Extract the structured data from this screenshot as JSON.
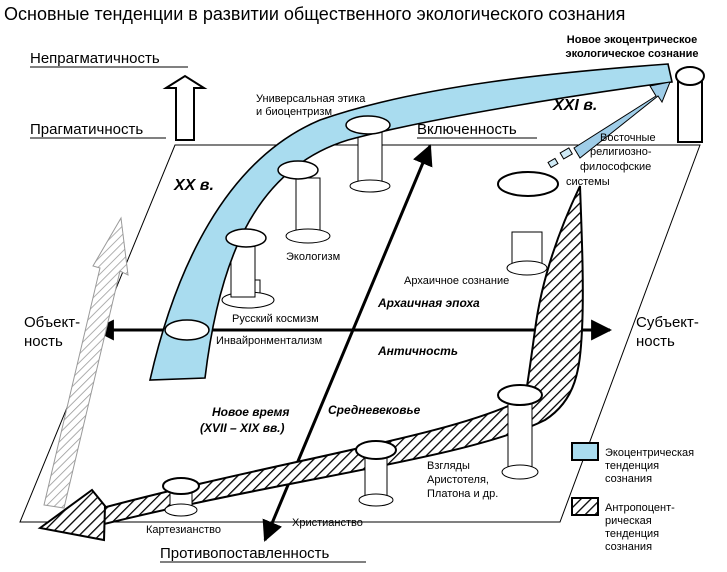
{
  "title": "Основные тенденции в развитии общественного экологического сознания",
  "top_right_label": {
    "line1": "Новое экоцентрическое",
    "line2": "экологическое сознание"
  },
  "vertical_axis": {
    "top": "Непрагматичность",
    "bottom": "Прагматичность"
  },
  "diagonal_axis": {
    "top": "Включенность",
    "bottom": "Противопоставленность"
  },
  "horizontal_axis": {
    "left_line1": "Объект-",
    "left_line2": "ность",
    "right_line1": "Субъект-",
    "right_line2": "ность"
  },
  "centuries": {
    "xx": "XX в.",
    "xxi": "XXI в."
  },
  "eras": {
    "archaic": "Архаичная эпоха",
    "antiquity": "Античность",
    "middle_ages": "Средневековье",
    "modern_line1": "Новое время",
    "modern_line2": "(XVII – XIX вв.)"
  },
  "nodes": {
    "universal_ethics_line1": "Универсальная этика",
    "universal_ethics_line2": "и биоцентризм",
    "ecologism": "Экологизм",
    "russian_cosmism": "Русский космизм",
    "environmentalism": "Инвайронментализм",
    "archaic_consciousness": "Архаичное сознание",
    "eastern_line1": "Восточные",
    "eastern_line2": "религиозно-",
    "eastern_line3": "философские",
    "eastern_line4": "системы",
    "views_line1": "Взгляды",
    "views_line2": "Аристотеля,",
    "views_line3": "Платона и др.",
    "christianity": "Христианство",
    "cartesianism": "Картезианство"
  },
  "legend": {
    "ecocentric_line1": "Экоцентрическая",
    "ecocentric_line2": "тенденция",
    "ecocentric_line3": "сознания",
    "anthropocentric_line1": "Антропоцент-",
    "anthropocentric_line2": "рическая",
    "anthropocentric_line3": "тенденция",
    "anthropocentric_line4": "сознания"
  },
  "colors": {
    "ecocentric_fill": "#a9dcef",
    "ecocentric_light": "#cfeaf6",
    "xxi_arrow": "#9fcde8",
    "outline": "#000000"
  }
}
